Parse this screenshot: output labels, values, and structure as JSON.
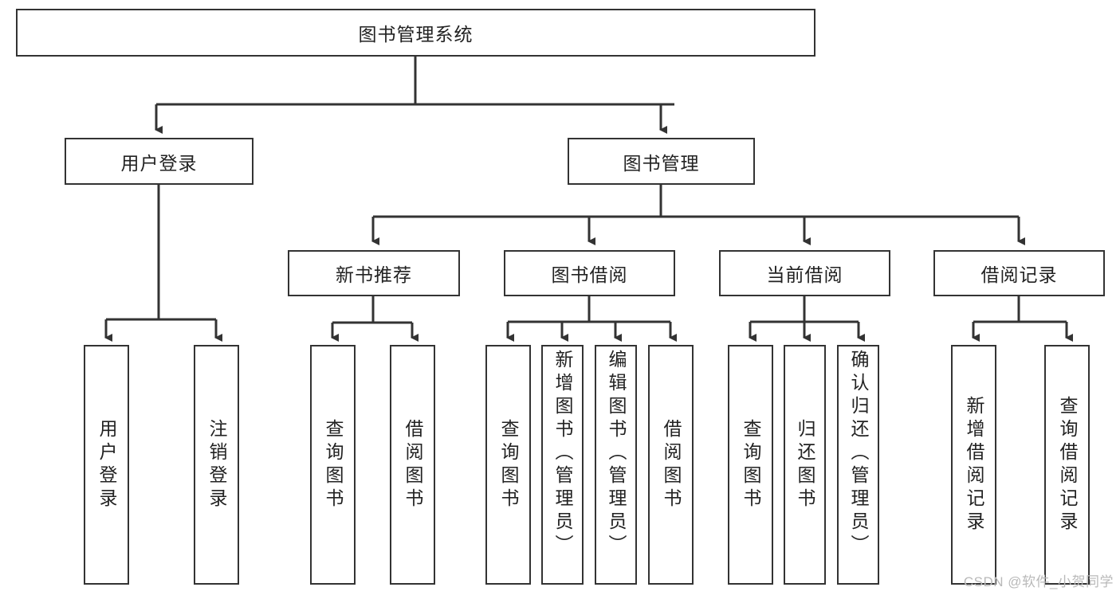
{
  "diagram": {
    "title": "图书管理系统",
    "type": "tree-hierarchy",
    "root": {
      "label": "图书管理系统"
    },
    "level2": [
      {
        "label": "用户登录"
      },
      {
        "label": "图书管理"
      }
    ],
    "level3": [
      {
        "label": "新书推荐"
      },
      {
        "label": "图书借阅"
      },
      {
        "label": "当前借阅"
      },
      {
        "label": "借阅记录"
      }
    ],
    "leaves": {
      "user_login": [
        {
          "label": "用户登录"
        },
        {
          "label": "注销登录"
        }
      ],
      "new_book_recommend": [
        {
          "label": "查询图书"
        },
        {
          "label": "借阅图书"
        }
      ],
      "book_borrow": [
        {
          "label": "查询图书"
        },
        {
          "label": "新增图书（管理员）"
        },
        {
          "label": "编辑图书（管理员）"
        },
        {
          "label": "借阅图书"
        }
      ],
      "current_borrow": [
        {
          "label": "查询图书"
        },
        {
          "label": "归还图书"
        },
        {
          "label": "确认归还（管理员）"
        }
      ],
      "borrow_record": [
        {
          "label": "新增借阅记录"
        },
        {
          "label": "查询借阅记录"
        }
      ]
    }
  },
  "watermark": {
    "text": "CSDN @软件_小贺同学"
  },
  "colors": {
    "border": "#333333",
    "background": "#ffffff",
    "text": "#222222",
    "watermark": "#b9b9b9"
  }
}
